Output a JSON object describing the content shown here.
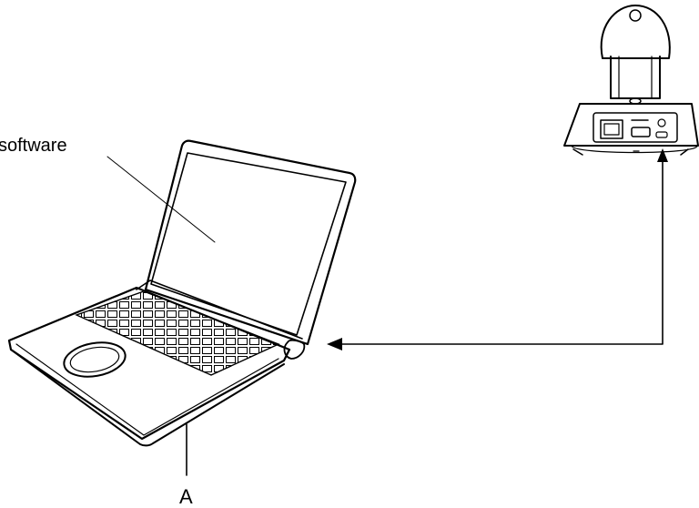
{
  "labels": {
    "software": "software",
    "a": "A"
  },
  "colors": {
    "line": "#000000",
    "background": "#ffffff"
  },
  "icons": {
    "laptop": "laptop-icon",
    "camera": "ptz-camera-icon",
    "connection": "connection-arrow"
  }
}
